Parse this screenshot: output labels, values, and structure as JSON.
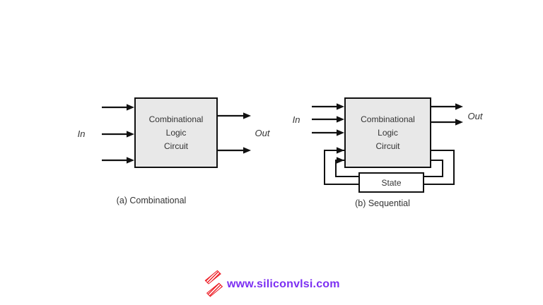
{
  "colors": {
    "background": "#ffffff",
    "box_fill": "#e8e8e8",
    "line": "#111111",
    "text": "#333333",
    "website_text": "#7c2ff2",
    "logo": "#ed1c24"
  },
  "diagram_a": {
    "box_lines": [
      "Combinational",
      "Logic",
      "Circuit"
    ],
    "input_label": "In",
    "output_label": "Out",
    "caption": "(a) Combinational"
  },
  "diagram_b": {
    "box_lines": [
      "Combinational",
      "Logic",
      "Circuit"
    ],
    "input_label": "In",
    "output_label": "Out",
    "state_label": "State",
    "caption": "(b) Sequential"
  },
  "footer": {
    "website": "www.siliconvlsi.com",
    "logo_icon": "lightning-bolt-icon"
  }
}
